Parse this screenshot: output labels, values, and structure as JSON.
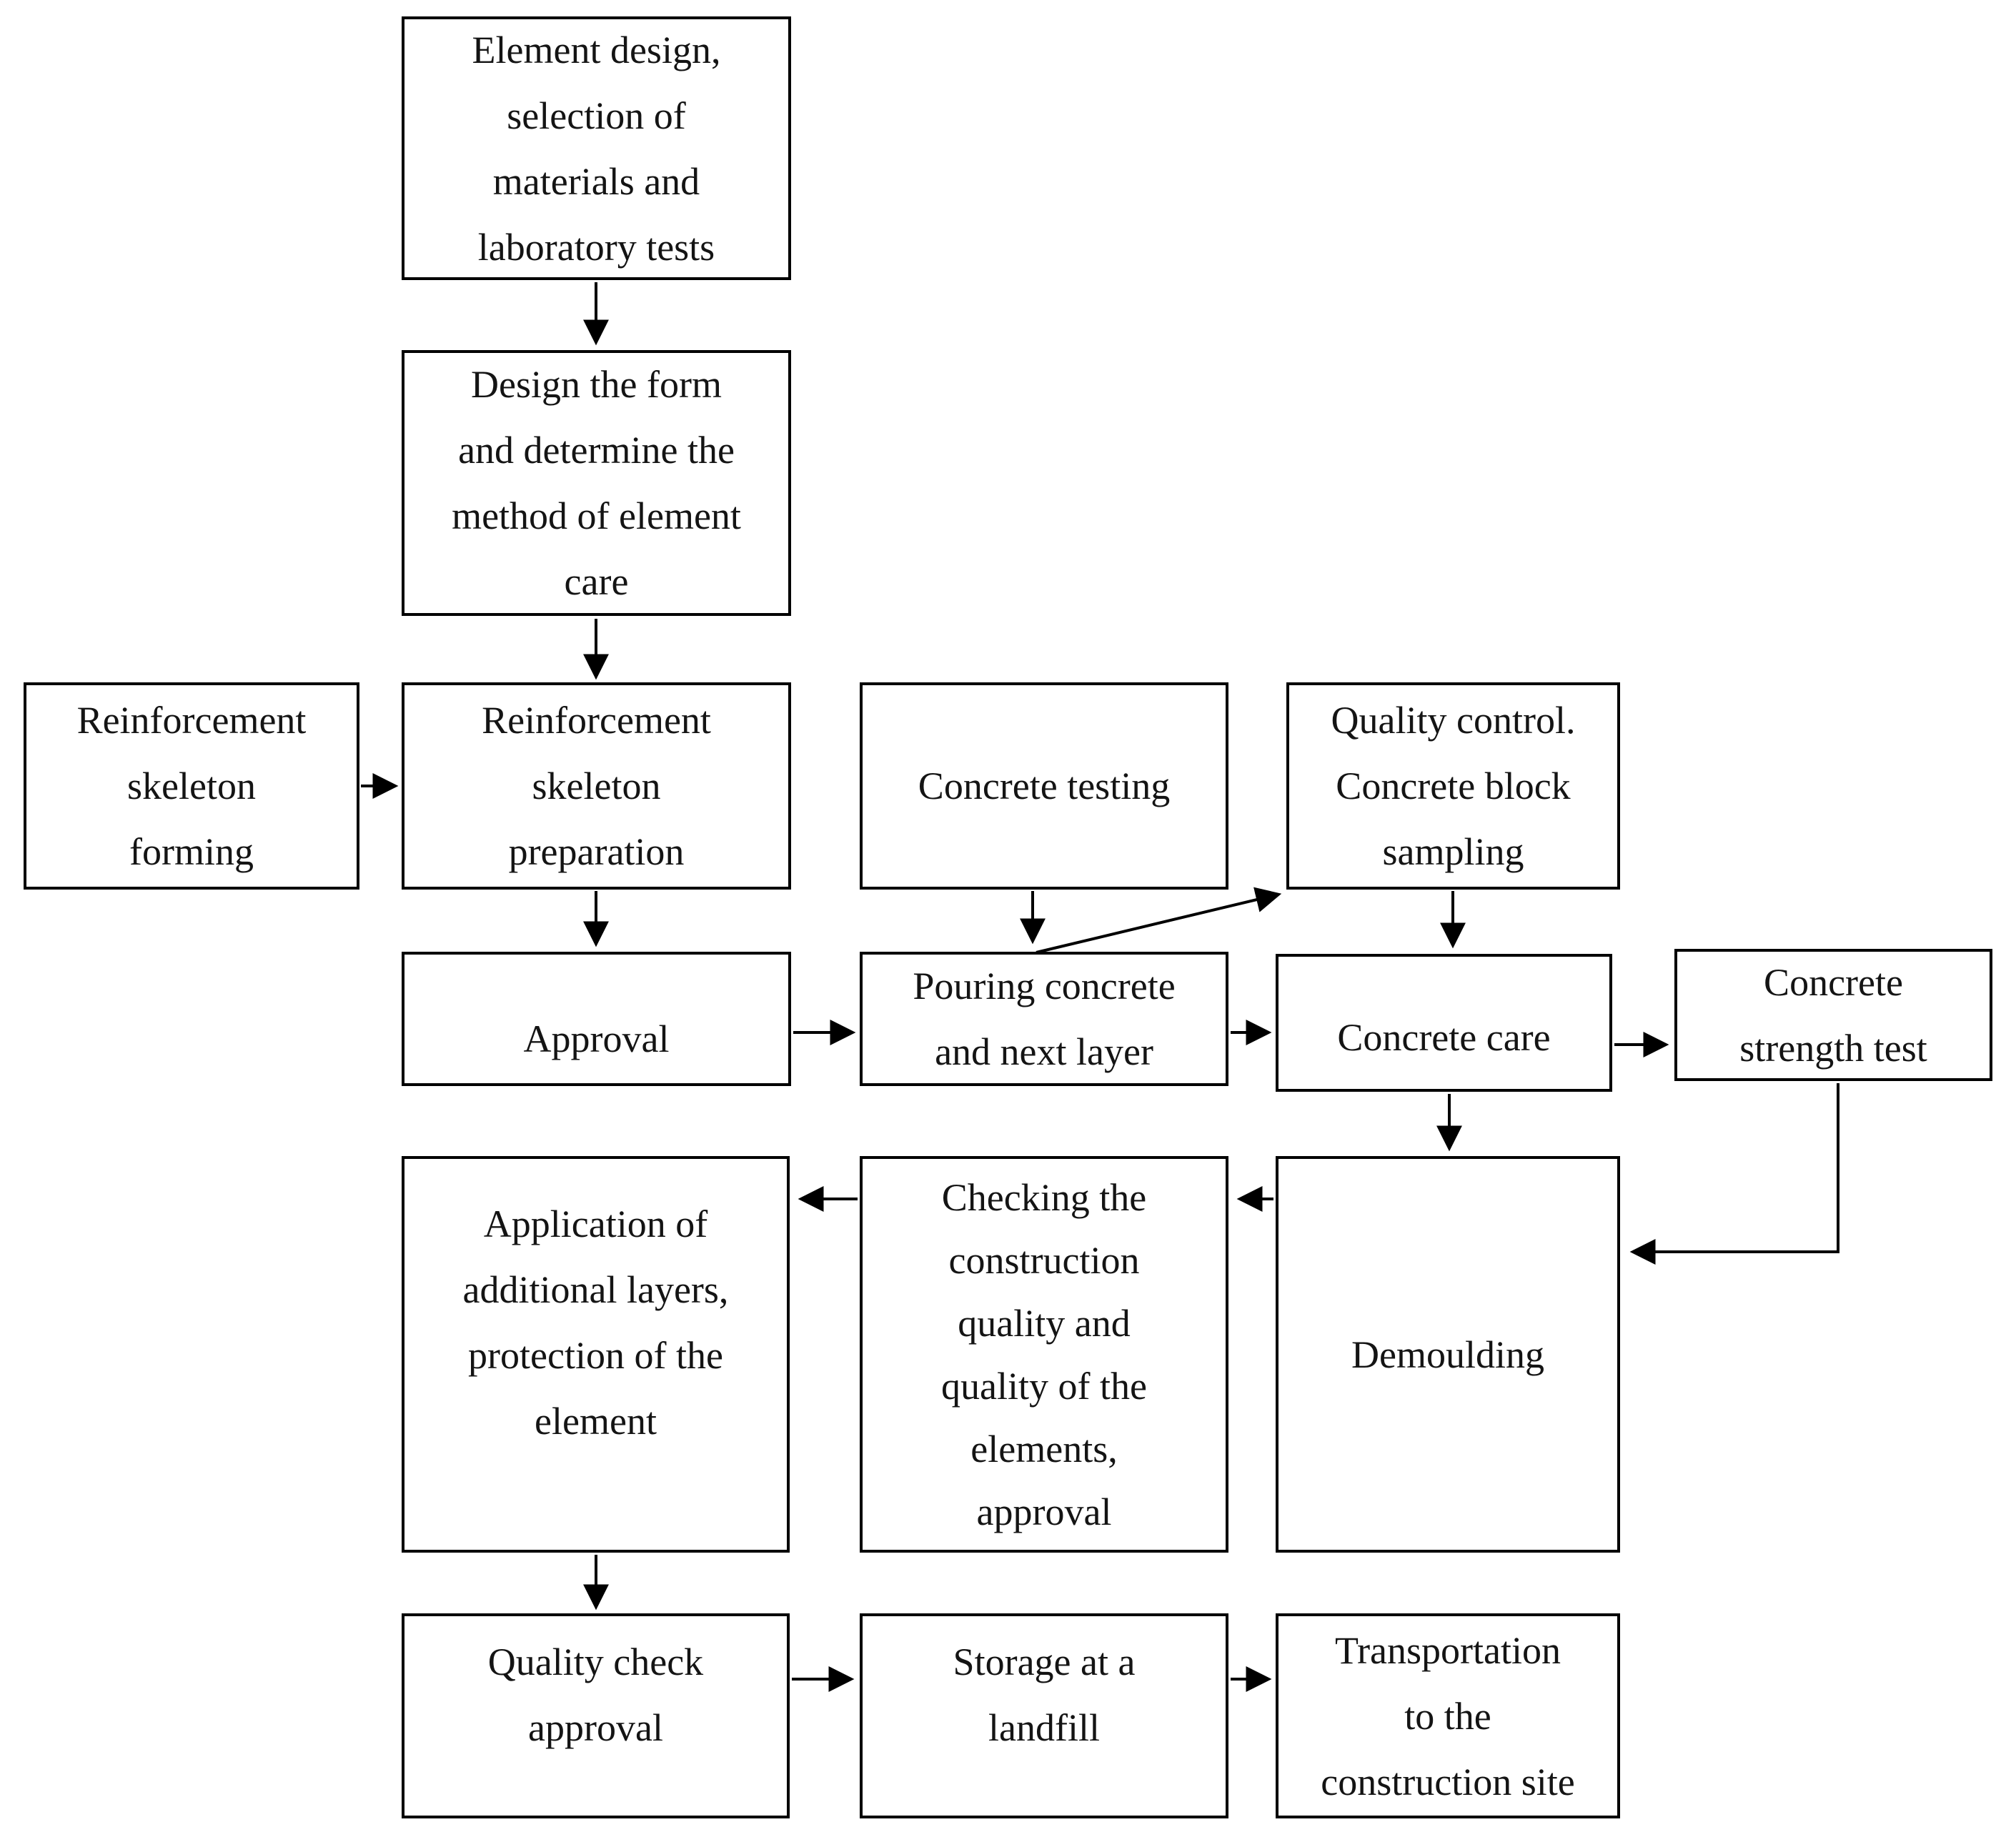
{
  "diagram": {
    "type": "flowchart",
    "colors": {
      "box_border": "#000000",
      "box_fill": "#ffffff",
      "text": "#141414"
    },
    "nodes": {
      "element_design": {
        "lines": [
          "Element design,",
          "selection of",
          "materials and",
          "laboratory tests"
        ]
      },
      "design_form": {
        "lines": [
          "Design the form",
          "and determine the",
          "method of element",
          "care"
        ]
      },
      "skeleton_forming": {
        "lines": [
          "Reinforcement",
          "skeleton",
          "forming"
        ]
      },
      "skeleton_preparation": {
        "lines": [
          "Reinforcement",
          "skeleton",
          "preparation"
        ]
      },
      "concrete_testing": {
        "lines": [
          "Concrete testing"
        ]
      },
      "quality_control": {
        "lines": [
          "Quality control.",
          "Concrete block",
          "sampling"
        ]
      },
      "approval": {
        "lines": [
          "Approval"
        ]
      },
      "pouring": {
        "lines": [
          "Pouring concrete",
          "and next layer"
        ]
      },
      "concrete_care": {
        "lines": [
          "Concrete care"
        ]
      },
      "strength_test": {
        "lines": [
          "Concrete",
          "strength test"
        ]
      },
      "additional_layers": {
        "lines": [
          "Application of",
          "additional layers,",
          "protection of the",
          "element"
        ]
      },
      "checking": {
        "lines": [
          "Checking the",
          "construction",
          "quality and",
          "quality of the",
          "elements,",
          "approval"
        ]
      },
      "demoulding": {
        "lines": [
          "Demoulding"
        ]
      },
      "quality_check": {
        "lines": [
          "Quality check",
          "approval"
        ]
      },
      "storage": {
        "lines": [
          "Storage at a",
          "landfill"
        ]
      },
      "transportation": {
        "lines": [
          "Transportation",
          "to the",
          "construction site"
        ]
      }
    },
    "edges": [
      {
        "from": "element_design",
        "to": "design_form"
      },
      {
        "from": "design_form",
        "to": "skeleton_preparation"
      },
      {
        "from": "skeleton_forming",
        "to": "skeleton_preparation"
      },
      {
        "from": "skeleton_preparation",
        "to": "approval"
      },
      {
        "from": "concrete_testing",
        "to": "pouring"
      },
      {
        "from": "pouring",
        "to": "quality_control"
      },
      {
        "from": "quality_control",
        "to": "concrete_care"
      },
      {
        "from": "approval",
        "to": "pouring"
      },
      {
        "from": "pouring",
        "to": "concrete_care"
      },
      {
        "from": "concrete_care",
        "to": "strength_test"
      },
      {
        "from": "concrete_care",
        "to": "demoulding"
      },
      {
        "from": "strength_test",
        "to": "demoulding"
      },
      {
        "from": "demoulding",
        "to": "checking"
      },
      {
        "from": "checking",
        "to": "additional_layers"
      },
      {
        "from": "additional_layers",
        "to": "quality_check"
      },
      {
        "from": "quality_check",
        "to": "storage"
      },
      {
        "from": "storage",
        "to": "transportation"
      }
    ]
  }
}
